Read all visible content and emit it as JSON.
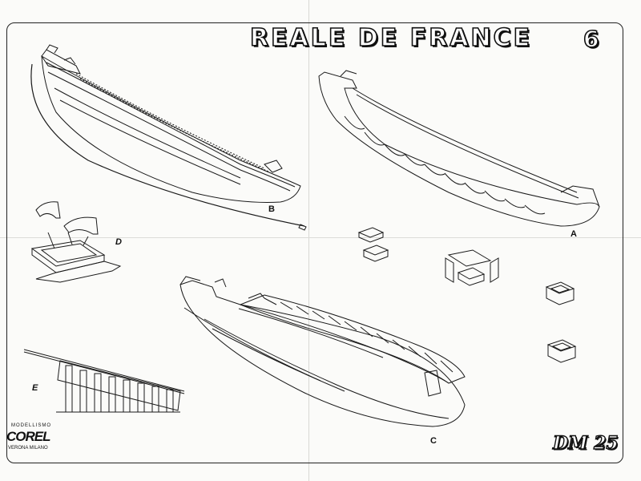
{
  "title": "REALE DE FRANCE",
  "sheet_number": "6",
  "drawing_code": "DM 25",
  "logo": {
    "top": "MODELLISMO",
    "brand": "COREL",
    "bottom": "VERONA MILANO"
  },
  "view_labels": {
    "a": "A",
    "b": "B",
    "c": "C",
    "d": "D",
    "e": "E"
  },
  "colors": {
    "paper": "#fbfbf9",
    "ink": "#111111"
  }
}
